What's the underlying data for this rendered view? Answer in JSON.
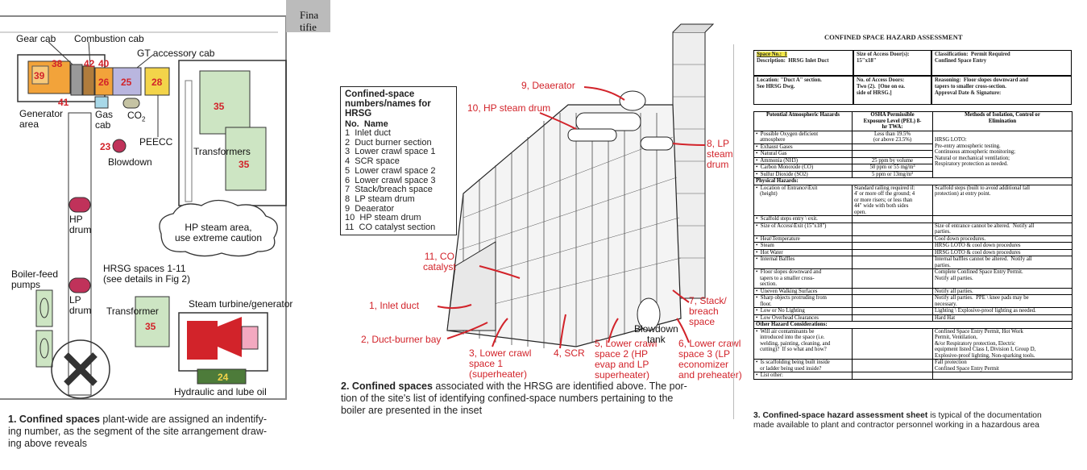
{
  "panel1": {
    "corner_text": [
      "Fina",
      "tifie"
    ],
    "labels": {
      "gear_cab": "Gear cab",
      "combustion_cab": "Combustion cab",
      "gt_accessory_cab": "GT accessory cab",
      "generator_area": "Generator\narea",
      "gas_cab": "Gas\ncab",
      "co2": "CO",
      "co2_sub": "2",
      "peecc": "PEECC",
      "blowdown": "Blowdown",
      "transformers": "Transformers",
      "hp_drum": "HP\ndrum",
      "lp_drum": "LP\ndrum",
      "boiler_feed": "Boiler-feed\npumps",
      "hrsg_spaces": "HRSG spaces 1-11\n(see details in Fig 2)",
      "transformer": "Transformer",
      "steam_turbine": "Steam turbine/generator",
      "hydraulic": "Hydraulic and lube oil",
      "cloud": "HP steam area,\nuse extreme caution"
    },
    "numbers": {
      "n38": "38",
      "n39": "39",
      "n42": "42",
      "n40": "40",
      "n26": "26",
      "n25": "25",
      "n28": "28",
      "n41": "41",
      "n23": "23",
      "n35a": "35",
      "n35b": "35",
      "n35c": "35",
      "n24": "24"
    },
    "caption_bold": "1. Confined spaces",
    "caption_rest": " plant-wide are assigned an indentify-\ning number, as the segment of the site arrangement draw-\ning above reveals"
  },
  "panel2": {
    "inset_title": "Confined-space\nnumbers/names for\nHRSG",
    "inset_header": "No.  Name",
    "inset_items": [
      "1  Inlet duct",
      "2  Duct burner section",
      "3  Lower crawl space 1",
      "4  SCR space",
      "5  Lower crawl space 2",
      "6  Lower crawl space 3",
      "7  Stack/breach space",
      "8  LP steam drum",
      "9  Deaerator",
      "10  HP steam drum",
      "11  CO catalyst section"
    ],
    "callouts": {
      "c9": "9, Deaerator",
      "c10": "10, HP steam drum",
      "c8": "8, LP\nsteam\ndrum",
      "c11": "11, CO\ncatalyst",
      "c1": "1, Inlet duct",
      "c2": "2, Duct-burner bay",
      "c3": "3, Lower crawl\nspace 1\n(superheater)",
      "c4": "4, SCR",
      "c5": "5, Lower crawl\nspace 2 (HP\nevap and LP\nsuperheater)",
      "c6": "6, Lower crawl\nspace 3 (LP\neconomizer\nand preheater)",
      "c7": "7, Stack/\nbreach\nspace",
      "blowdown": "Blowdown\ntank"
    },
    "caption_bold": "2. Confined spaces",
    "caption_rest": " associated with the HRSG are identified above. The por-\ntion of the site's list of identifying confined-space numbers pertaining to the\nboiler are presented in the inset"
  },
  "panel3": {
    "title": "CONFINED SPACE HAZARD ASSESSMENT",
    "header": {
      "space_no": "Space No.:  1",
      "description": "Description:  HRSG Inlet Duct",
      "size_access": "Size of Access Door(s):\n15\"x18\"",
      "classification": "Classification:  Permit Required\nConfined Space Entry",
      "location": "Location: \"Duct A\" section.\nSee HRSG Dwg.",
      "no_access": "No. of Access Doors:\nTwo (2).  [One on ea.\nside of HRSG.]",
      "reasoning": "Reasoning:  Floor slopes downward and\ntapers to smaller cross-section.\nApproval Date & Signature:"
    },
    "columns": [
      "Potential Atmospheric Hazards",
      "OSHA Permissible\nExposure Level (PEL) 8-\nhr TWA:",
      "Methods of Isolation, Control or\nElimination"
    ],
    "atmospheric": [
      [
        "•  Possible Oxygen deficient\n   atmosphere",
        "Less than 19.5%\n(or above 23.5%)"
      ],
      [
        "•  Exhaust Gases",
        ""
      ],
      [
        "•  Natural Gas",
        ""
      ],
      [
        "•  Ammonia (NH3)",
        "25 ppm by volume"
      ],
      [
        "•  Carbon Monoxide (CO)",
        "50 ppm or 55 mg/m³"
      ],
      [
        "•  Sulfur Dioxide (SO2)",
        "5 ppm or 13mg/m³"
      ]
    ],
    "atmospheric_methods": "\nHRSG LOTO:\nPre-entry atmospheric testing.\nContinuous atmospheric monitoring;\nNatural or mechanical ventilation;\nRespiratory protection as needed.",
    "physical_title": "Physical Hazards:",
    "physical": [
      [
        "•  Location of Entrance\\Exit\n   (height)",
        "Standard railing required if:\n4' or more off the ground; 4\nor more risers; or less than\n44\" wide with both sides\nopen.",
        "Scaffold steps (built to avoid additional fall\nprotection) at entry point."
      ],
      [
        "•  Scaffold steps entry \\ exit.",
        "",
        ""
      ],
      [
        "•  Size of Access\\Exit (15\"x18\")",
        "",
        "Size of entrance cannot be altered.  Notify all\nparties."
      ],
      [
        "•  Heat\\Temperature",
        "",
        "Cool down procedures."
      ],
      [
        "•  Steam",
        "",
        "HRSG LOTO & cool down procedures"
      ],
      [
        "•  Hot Water",
        "",
        "HRSG LOTO & cool down procedures"
      ],
      [
        "•  Internal Baffles",
        "",
        "Internal baffles cannot be altered.  Notify all\nparties."
      ],
      [
        "•  Floor slopes downward and\n   tapers to a smaller cross-\n   section.",
        "",
        "Complete Confined Space Entry Permit.\nNotify all parties."
      ],
      [
        "•  Uneven Walking Surfaces",
        "",
        "Notify all parties."
      ],
      [
        "•  Sharp objects protruding from\n   floor.",
        "",
        "Notify all parties.  PPE \\ knee pads may be\nnecessary."
      ],
      [
        "•  Low or No Lighting",
        "",
        "Lighting \\ Explosive-proof lighting as needed."
      ],
      [
        "•  Low Overhead Clearances",
        "",
        "Hard Hat"
      ]
    ],
    "other_title": "Other Hazard Considerations:",
    "other": [
      [
        "•  Will air contaminants be\n   introduced into the space (i.e.\n   welding, painting, cleaning, and\n   cutting)?  If so what and how?",
        "",
        "Confined Space Entry Permit, Hot Work\nPermit, Ventilation,\n&/or Respiratory protection, Electric\nequipment listed Class I, Division I, Group D,\nExplosive-proof lighting, Non-sparking tools."
      ],
      [
        "•  Is scaffolding being built inside\n   or ladder being used inside?",
        "",
        "Fall protection\nConfined Space Entry Permit"
      ],
      [
        "•  List other:",
        "",
        ""
      ]
    ],
    "caption_bold": "3. Confined-space hazard assessment sheet",
    "caption_rest": " is typical of the documentation\nmade available to plant and contractor personnel working in a hazardous area"
  },
  "colors": {
    "red": "#d2232a",
    "green": "#cde5c3",
    "yellow": "#f3d44a",
    "purple": "#b9b6df",
    "orange": "#f2a33a",
    "magenta": "#c0325a"
  }
}
